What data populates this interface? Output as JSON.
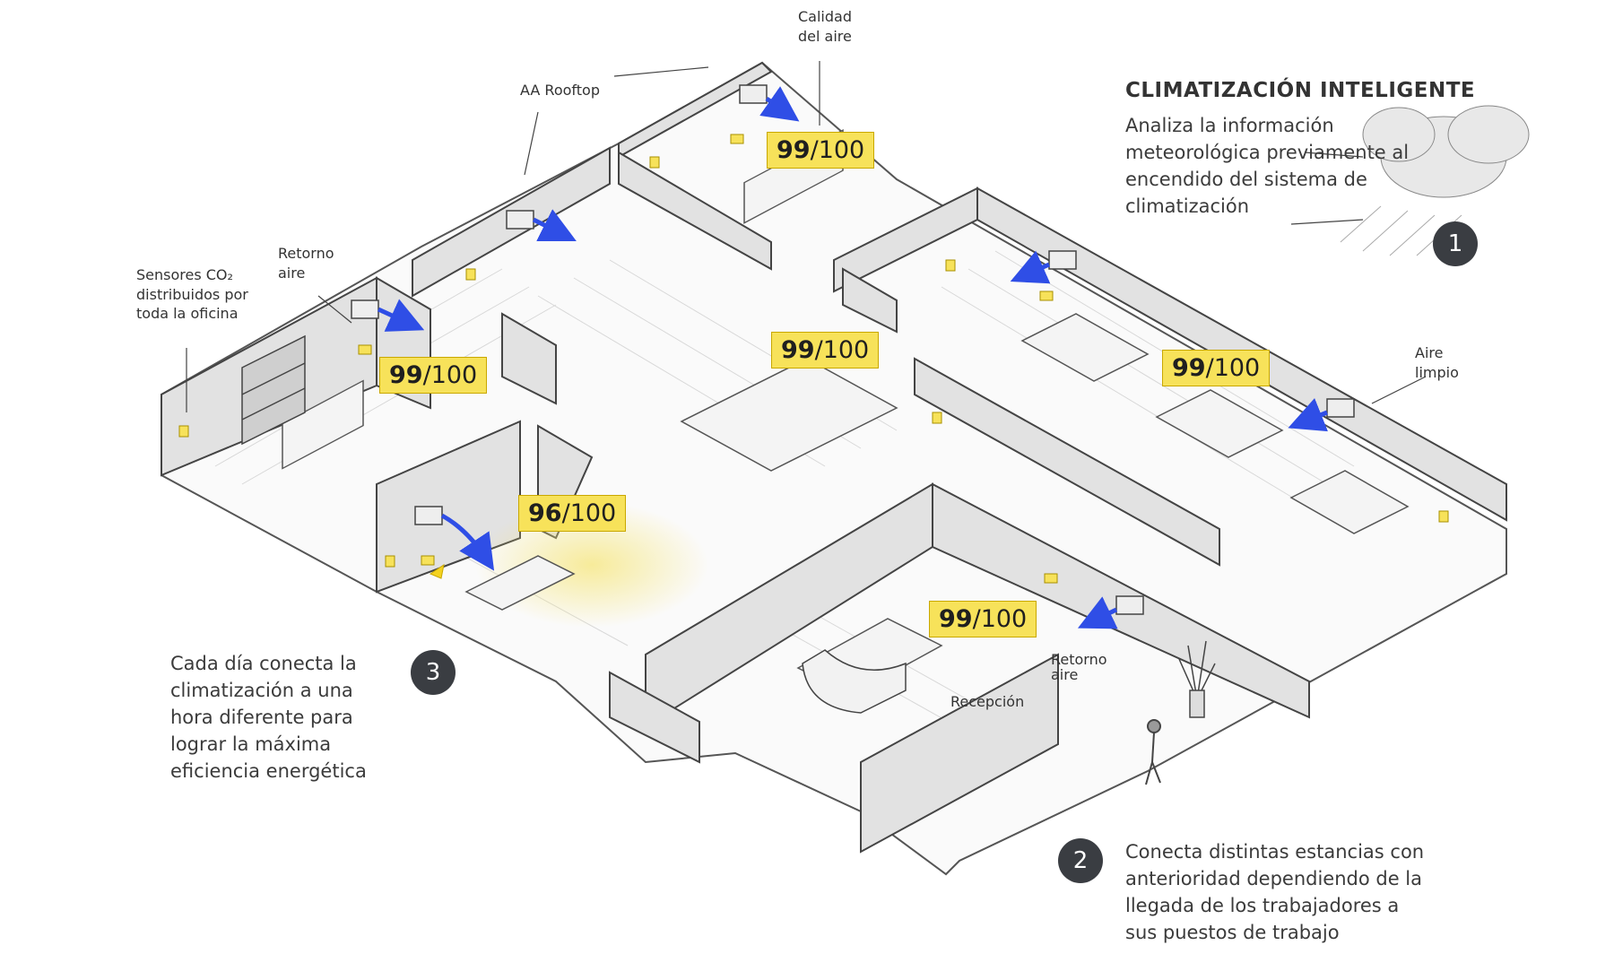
{
  "title": "CLIMATIZACIÓN INTELIGENTE",
  "steps": [
    {
      "number": "1",
      "text": "Analiza la información meteorológica previamente al encendido del sistema de climatización"
    },
    {
      "number": "2",
      "text": "Conecta distintas estancias con anterioridad dependiendo de la llegada de los trabajadores a sus puestos de trabajo"
    },
    {
      "number": "3",
      "text": "Cada día conecta la climatización a una hora diferente para lograr la máxima eficiencia energética"
    }
  ],
  "labels": {
    "calidad_aire": "Calidad del aire",
    "aa_rooftop": "AA Rooftop",
    "retorno_aire_1": "Retorno aire",
    "sensores": "Sensores CO₂ distribuidos por toda la oficina",
    "aire_limpio": "Aire limpio",
    "retorno_aire_2": "Retorno aire",
    "recepcion": "Recepción"
  },
  "scores": [
    {
      "value": "99",
      "max": "100"
    },
    {
      "value": "99",
      "max": "100"
    },
    {
      "value": "99",
      "max": "100"
    },
    {
      "value": "99",
      "max": "100"
    },
    {
      "value": "96",
      "max": "100"
    },
    {
      "value": "99",
      "max": "100"
    }
  ],
  "colors": {
    "badge_fill": "#f7e25a",
    "arrow_blue": "#2f4ee6",
    "step_circle": "#3a3d42",
    "highlight": "#f6e67a"
  }
}
